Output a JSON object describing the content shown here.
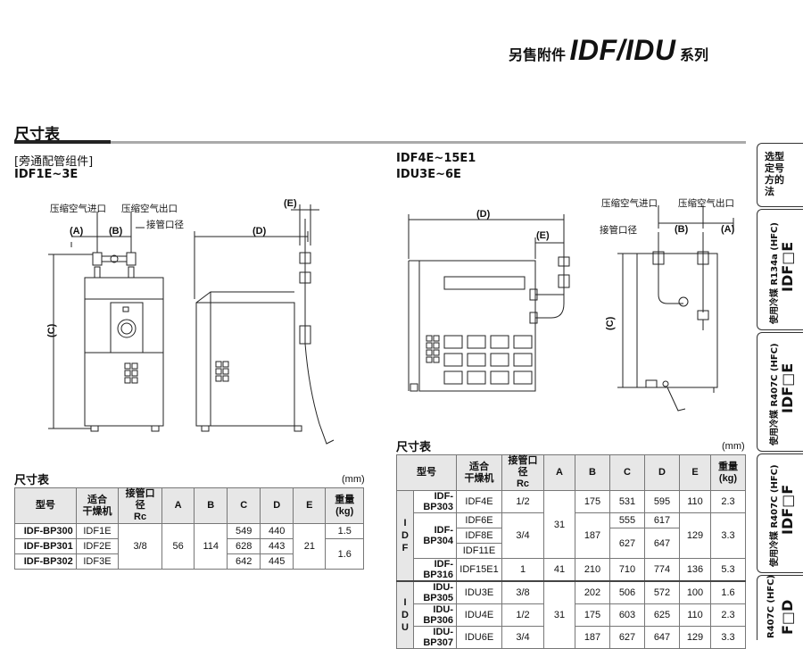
{
  "header": {
    "prefix": "另售附件",
    "series": "IDF/IDU",
    "suffix": "系列"
  },
  "section_title": "尺寸表",
  "left": {
    "bracket": "[旁通配管组件]",
    "models": "IDF1E~3E",
    "labels": {
      "inlet": "压缩空气进口",
      "outlet": "压缩空气出口",
      "port": "接管口径"
    },
    "dims": {
      "a": "(A)",
      "b": "(B)",
      "c": "(C)",
      "d": "(D)",
      "e": "(E)"
    }
  },
  "right": {
    "models1": "IDF4E~15E1",
    "models2": "IDU3E~6E",
    "labels": {
      "inlet": "压缩空气进口",
      "outlet": "压缩空气出口",
      "port": "接管口径"
    },
    "dims": {
      "a": "(A)",
      "b": "(B)",
      "c": "(C)",
      "d": "(D)",
      "e": "(E)"
    }
  },
  "table1": {
    "title": "尺寸表",
    "unit": "(mm)",
    "headers": [
      "型号",
      "适合\n干燥机",
      "接管口径\nRc",
      "A",
      "B",
      "C",
      "D",
      "E",
      "重量\n(kg)"
    ],
    "rows": [
      [
        "IDF-BP300",
        "IDF1E",
        "3/8",
        "56",
        "114",
        "549",
        "440",
        "21",
        "1.5"
      ],
      [
        "IDF-BP301",
        "IDF2E",
        "",
        "",
        "",
        "628",
        "443",
        "",
        "1.6"
      ],
      [
        "IDF-BP302",
        "IDF3E",
        "",
        "",
        "",
        "642",
        "445",
        "",
        ""
      ]
    ]
  },
  "table2": {
    "title": "尺寸表",
    "unit": "(mm)",
    "headers": [
      "型号",
      "适合\n干燥机",
      "接管口径\nRc",
      "A",
      "B",
      "C",
      "D",
      "E",
      "重量\n(kg)"
    ],
    "group_idf": "IDF",
    "group_idu": "IDU",
    "rows": [
      [
        "IDF-BP303",
        "IDF4E",
        "1/2",
        "31",
        "175",
        "531",
        "595",
        "110",
        "2.3"
      ],
      [
        "IDF-BP304",
        "IDF6E",
        "3/4",
        "",
        "187",
        "555",
        "617",
        "129",
        "3.3"
      ],
      [
        "",
        "IDF8E",
        "",
        "",
        "",
        "627",
        "647",
        "",
        ""
      ],
      [
        "",
        "IDF11E",
        "",
        "",
        "",
        "",
        "",
        "",
        ""
      ],
      [
        "IDF-BP316",
        "IDF15E1",
        "1",
        "41",
        "210",
        "710",
        "774",
        "136",
        "5.3"
      ],
      [
        "IDU-BP305",
        "IDU3E",
        "3/8",
        "31",
        "202",
        "506",
        "572",
        "100",
        "1.6"
      ],
      [
        "IDU-BP306",
        "IDU4E",
        "1/2",
        "",
        "175",
        "603",
        "625",
        "110",
        "2.3"
      ],
      [
        "IDU-BP307",
        "IDU6E",
        "3/4",
        "",
        "187",
        "627",
        "647",
        "129",
        "3.3"
      ]
    ]
  },
  "tabs": [
    {
      "text": "选型\n定号\n方的\n法"
    },
    {
      "small": "使用冷媒  R134a (HFC)",
      "big": "IDF□E"
    },
    {
      "small": "使用冷媒  R407C (HFC)",
      "big": "IDF□E"
    },
    {
      "small": "使用冷媒  R407C (HFC)",
      "big": "IDF□F"
    },
    {
      "small": "R407C (HFC)",
      "big": "F□D"
    }
  ]
}
